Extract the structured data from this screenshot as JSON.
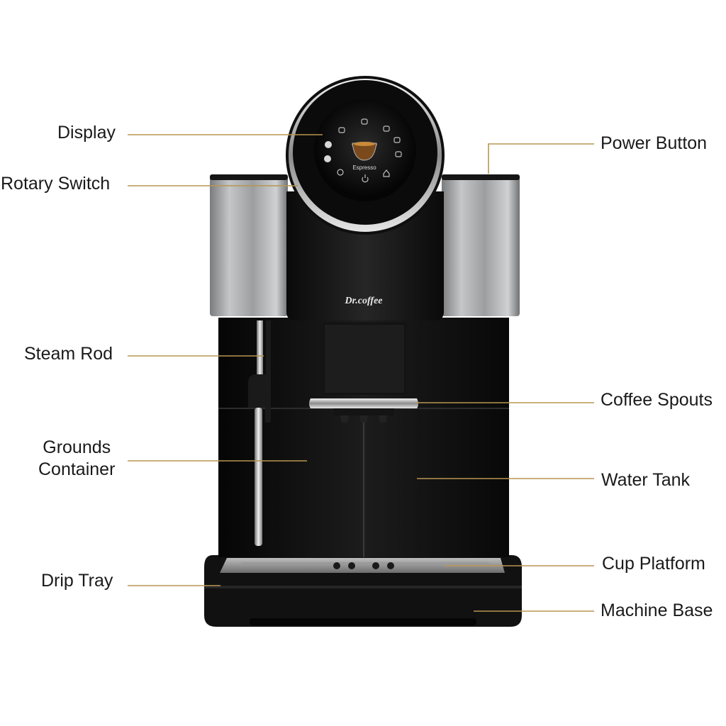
{
  "brand": "Dr.coffee",
  "screen_text": "Espresso",
  "colors": {
    "leader_line": "#b89650",
    "label_text": "#1a1a1a",
    "body_black": "#0d0d0d",
    "steel": "#a9abad"
  },
  "labels": {
    "display": "Display",
    "rotary_switch": "Rotary Switch",
    "steam_rod": "Steam Rod",
    "grounds_line1": "Grounds",
    "grounds_line2": "Container",
    "drip_tray": "Drip Tray",
    "power_button": "Power Button",
    "coffee_spouts": "Coffee Spouts",
    "water_tank": "Water Tank",
    "cup_platform": "Cup Platform",
    "machine_base": "Machine Base"
  }
}
